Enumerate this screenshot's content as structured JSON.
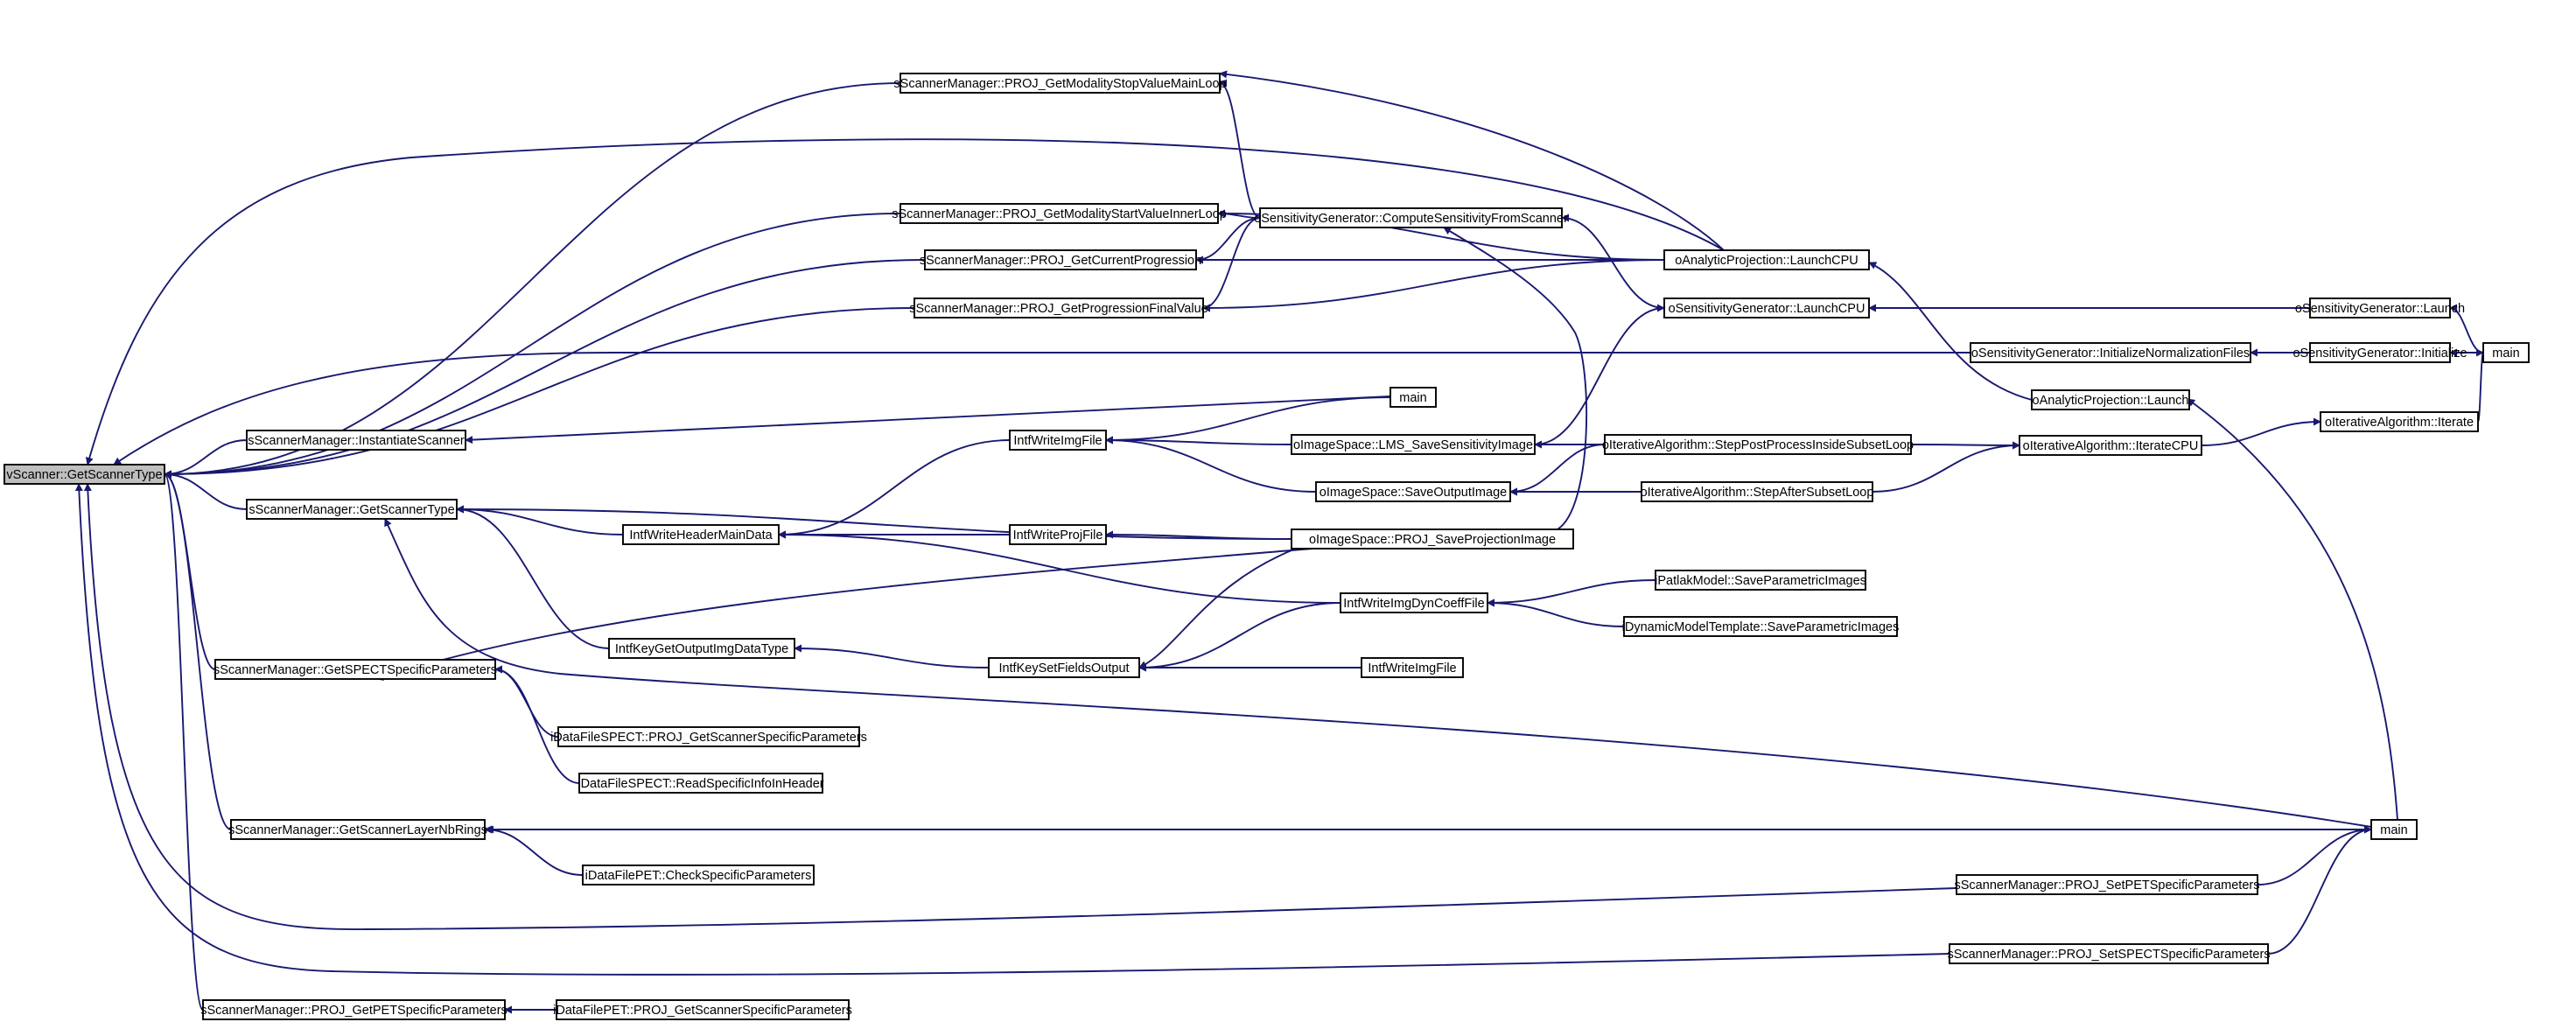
{
  "nodes": {
    "root": "vScanner::GetScannerType",
    "stopValue": "sScannerManager::PROJ_GetModalityStopValueMainLoop",
    "startValue": "sScannerManager::PROJ_GetModalityStartValueInnerLoop",
    "currentProg": "sScannerManager::PROJ_GetCurrentProgression",
    "finalValue": "sScannerManager::PROJ_GetProgressionFinalValue",
    "instantiate": "sScannerManager::InstantiateScanner",
    "getType": "sScannerManager::GetScannerType",
    "getSpect": "sScannerManager::GetSPECTSpecificParameters",
    "layerRings": "sScannerManager::GetScannerLayerNbRings",
    "getPet": "sScannerManager::PROJ_GetPETSpecificParameters",
    "computeSens": "oSensitivityGenerator::ComputeSensitivityFromScanner",
    "anaLaunchCPU": "oAnalyticProjection::LaunchCPU",
    "sensLaunchCPU": "oSensitivityGenerator::LaunchCPU",
    "sensLaunch": "oSensitivityGenerator::Launch",
    "initNorm": "oSensitivityGenerator::InitializeNormalizationFiles",
    "sensInit": "oSensitivityGenerator::Initialize",
    "mainRight": "main",
    "anaLaunch": "oAnalyticProjection::Launch",
    "iterateCPU": "oIterativeAlgorithm::IterateCPU",
    "iterate": "oIterativeAlgorithm::Iterate",
    "mainMid": "main",
    "writeImg": "IntfWriteImgFile",
    "lmsSave": "oImageSpace::LMS_SaveSensitivityImage",
    "stepPost": "oIterativeAlgorithm::StepPostProcessInsideSubsetLoop",
    "saveOutput": "oImageSpace::SaveOutputImage",
    "stepAfter": "oIterativeAlgorithm::StepAfterSubsetLoop",
    "headerMain": "IntfWriteHeaderMainData",
    "writeProj": "IntfWriteProjFile",
    "saveProj": "oImageSpace::PROJ_SaveProjectionImage",
    "dynCoef": "IntfWriteImgDynCoeffFile",
    "patlak": "iPatlakModel::SaveParametricImages",
    "dynTemplate": "iDynamicModelTemplate::SaveParametricImages",
    "keyGetOutput": "IntfKeyGetOutputImgDataType",
    "keySetFields": "IntfKeySetFieldsOutput",
    "writeImg2": "IntfWriteImgFile",
    "spectProjParams": "iDataFileSPECT::PROJ_GetScannerSpecificParameters",
    "spectReadHeader": "iDataFileSPECT::ReadSpecificInfoInHeader",
    "petCheck": "iDataFilePET::CheckSpecificParameters",
    "mainBottom": "main",
    "setPet": "sScannerManager::PROJ_SetPETSpecificParameters",
    "setSpect": "sScannerManager::PROJ_SetSPECTSpecificParameters",
    "petProjParams": "iDataFilePET::PROJ_GetScannerSpecificParameters"
  },
  "edges": [
    [
      "stopValue",
      "root"
    ],
    [
      "startValue",
      "root"
    ],
    [
      "currentProg",
      "root"
    ],
    [
      "finalValue",
      "root"
    ],
    [
      "instantiate",
      "root"
    ],
    [
      "getType",
      "root"
    ],
    [
      "getSpect",
      "root"
    ],
    [
      "layerRings",
      "root"
    ],
    [
      "getPet",
      "root"
    ],
    [
      "anaLaunchCPU",
      "root"
    ],
    [
      "initNorm",
      "root"
    ],
    [
      "setPet",
      "root"
    ],
    [
      "setSpect",
      "root"
    ],
    [
      "anaLaunchCPU",
      "stopValue"
    ],
    [
      "computeSens",
      "stopValue"
    ],
    [
      "anaLaunchCPU",
      "startValue"
    ],
    [
      "computeSens",
      "startValue"
    ],
    [
      "computeSens",
      "currentProg"
    ],
    [
      "anaLaunchCPU",
      "currentProg"
    ],
    [
      "computeSens",
      "finalValue"
    ],
    [
      "anaLaunchCPU",
      "finalValue"
    ],
    [
      "mainMid",
      "instantiate"
    ],
    [
      "sensLaunchCPU",
      "computeSens"
    ],
    [
      "saveProj",
      "computeSens"
    ],
    [
      "anaLaunch",
      "anaLaunchCPU"
    ],
    [
      "sensLaunch",
      "sensLaunchCPU"
    ],
    [
      "sensInit",
      "initNorm"
    ],
    [
      "mainRight",
      "sensLaunch"
    ],
    [
      "mainRight",
      "sensInit"
    ],
    [
      "iterate",
      "mainRight"
    ],
    [
      "mainBottom",
      "anaLaunch"
    ],
    [
      "iterateCPU",
      "iterate"
    ],
    [
      "stepPost",
      "iterateCPU"
    ],
    [
      "stepAfter",
      "iterateCPU"
    ],
    [
      "lmsSave",
      "sensLaunchCPU"
    ],
    [
      "lmsSave",
      "writeImg"
    ],
    [
      "saveOutput",
      "writeImg"
    ],
    [
      "mainMid",
      "writeImg"
    ],
    [
      "stepPost",
      "lmsSave"
    ],
    [
      "stepPost",
      "saveOutput"
    ],
    [
      "stepAfter",
      "saveOutput"
    ],
    [
      "writeImg",
      "headerMain"
    ],
    [
      "writeProj",
      "headerMain"
    ],
    [
      "dynCoef",
      "headerMain"
    ],
    [
      "saveProj",
      "writeProj"
    ],
    [
      "saveProj",
      "getType"
    ],
    [
      "headerMain",
      "getType"
    ],
    [
      "keyGetOutput",
      "getType"
    ],
    [
      "mainBottom",
      "getType"
    ],
    [
      "patlak",
      "dynCoef"
    ],
    [
      "dynTemplate",
      "dynCoef"
    ],
    [
      "keySetFields",
      "keyGetOutput"
    ],
    [
      "dynCoef",
      "keySetFields"
    ],
    [
      "saveProj",
      "keySetFields"
    ],
    [
      "writeImg2",
      "keySetFields"
    ],
    [
      "saveProj",
      "getSpect"
    ],
    [
      "spectProjParams",
      "getSpect"
    ],
    [
      "spectReadHeader",
      "getSpect"
    ],
    [
      "mainBottom",
      "layerRings"
    ],
    [
      "petCheck",
      "layerRings"
    ],
    [
      "setPet",
      "mainBottom"
    ],
    [
      "setSpect",
      "mainBottom"
    ],
    [
      "petProjParams",
      "getPet"
    ]
  ],
  "colors": {
    "edge": "#191970",
    "root_fill": "#bfbfbf",
    "node_fill": "#ffffff",
    "node_stroke": "#000000"
  }
}
